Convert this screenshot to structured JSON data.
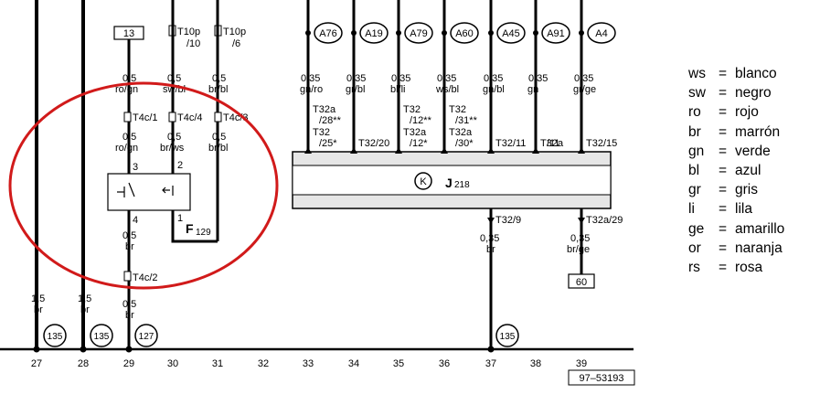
{
  "wires_left": [
    {
      "size": "1,5",
      "color": "br",
      "ref": "135"
    },
    {
      "size": "1,5",
      "color": "br",
      "ref": "135"
    }
  ],
  "box_13": "13",
  "connectors_top": [
    {
      "name": "T10p",
      "pin": "/10"
    },
    {
      "name": "T10p",
      "pin": "/6"
    }
  ],
  "col29": {
    "top_size": "0,5",
    "top_color": "ro/gn",
    "conn1": "T4c/1",
    "mid_size": "0,5",
    "mid_color": "ro/gn",
    "pin_top": "3",
    "pin_bot": "4",
    "low_size": "0,5",
    "low_color": "br",
    "conn2": "T4c/2",
    "bot_size": "0,5",
    "bot_color": "br",
    "ref": "127"
  },
  "col30": {
    "top_size": "0,5",
    "top_color": "sw/bl",
    "conn": "T4c/4",
    "mid_size": "0,5",
    "mid_color": "br/ws",
    "pin_top": "2",
    "pin_bot": "1"
  },
  "col31": {
    "top_size": "0,5",
    "top_color": "br/bl",
    "conn": "T4c/3",
    "mid_size": "0,5",
    "mid_color": "br/bl"
  },
  "switch_label": "F",
  "switch_sub": "129",
  "circles_top": [
    "A76",
    "A19",
    "A79",
    "A60",
    "A45",
    "A91",
    "A4"
  ],
  "wires_top": [
    {
      "size": "0,35",
      "color": "gn/ro"
    },
    {
      "size": "0,35",
      "color": "gr/bl"
    },
    {
      "size": "0,35",
      "color": "bl/li"
    },
    {
      "size": "0,35",
      "color": "ws/bl"
    },
    {
      "size": "0,35",
      "color": "gn/bl"
    },
    {
      "size": "0,35",
      "color": "gn"
    },
    {
      "size": "0,35",
      "color": "gr/ge"
    }
  ],
  "pins_top": [
    {
      "l1": "T32a",
      "l2": "/28**",
      "l3": "T32",
      "l4": "/25*"
    },
    {
      "l1": "",
      "l2": "",
      "l3": "T32/20",
      "l4": ""
    },
    {
      "l1": "T32",
      "l2": "/12**",
      "l3": "T32a",
      "l4": "/12*"
    },
    {
      "l1": "T32",
      "l2": "/31**",
      "l3": "T32a",
      "l4": "/30*"
    },
    {
      "l1": "",
      "l2": "",
      "l3": "T32/11",
      "l4": ""
    },
    {
      "l1": "",
      "l2": "",
      "l3": "T32a",
      "l4": "/11"
    },
    {
      "l1": "",
      "l2": "",
      "l3": "T32/15",
      "l4": ""
    }
  ],
  "module_symbol": "K",
  "module_label": "J",
  "module_sub": "218",
  "pins_bottom": [
    {
      "pin": "T32/9",
      "size": "0,35",
      "color": "br",
      "ref": "135"
    },
    {
      "pin": "T32a/29",
      "size": "0,35",
      "color": "br/ge",
      "ref": "60"
    }
  ],
  "columns": [
    "27",
    "28",
    "29",
    "30",
    "31",
    "32",
    "33",
    "34",
    "35",
    "36",
    "37",
    "38",
    "39"
  ],
  "figure_id": "97–53193",
  "legend": [
    {
      "code": "ws",
      "eq": "=",
      "name": "blanco"
    },
    {
      "code": "sw",
      "eq": "=",
      "name": "negro"
    },
    {
      "code": "ro",
      "eq": "=",
      "name": "rojo"
    },
    {
      "code": "br",
      "eq": "=",
      "name": "marrón"
    },
    {
      "code": "gn",
      "eq": "=",
      "name": "verde"
    },
    {
      "code": "bl",
      "eq": "=",
      "name": "azul"
    },
    {
      "code": "gr",
      "eq": "=",
      "name": "gris"
    },
    {
      "code": "li",
      "eq": "=",
      "name": "lila"
    },
    {
      "code": "ge",
      "eq": "=",
      "name": "amarillo"
    },
    {
      "code": "or",
      "eq": "=",
      "name": "naranja"
    },
    {
      "code": "rs",
      "eq": "=",
      "name": "rosa"
    }
  ],
  "colors": {
    "line": "#000000",
    "highlight": "#d11a1a",
    "module_fill": "#e6e6e6"
  }
}
